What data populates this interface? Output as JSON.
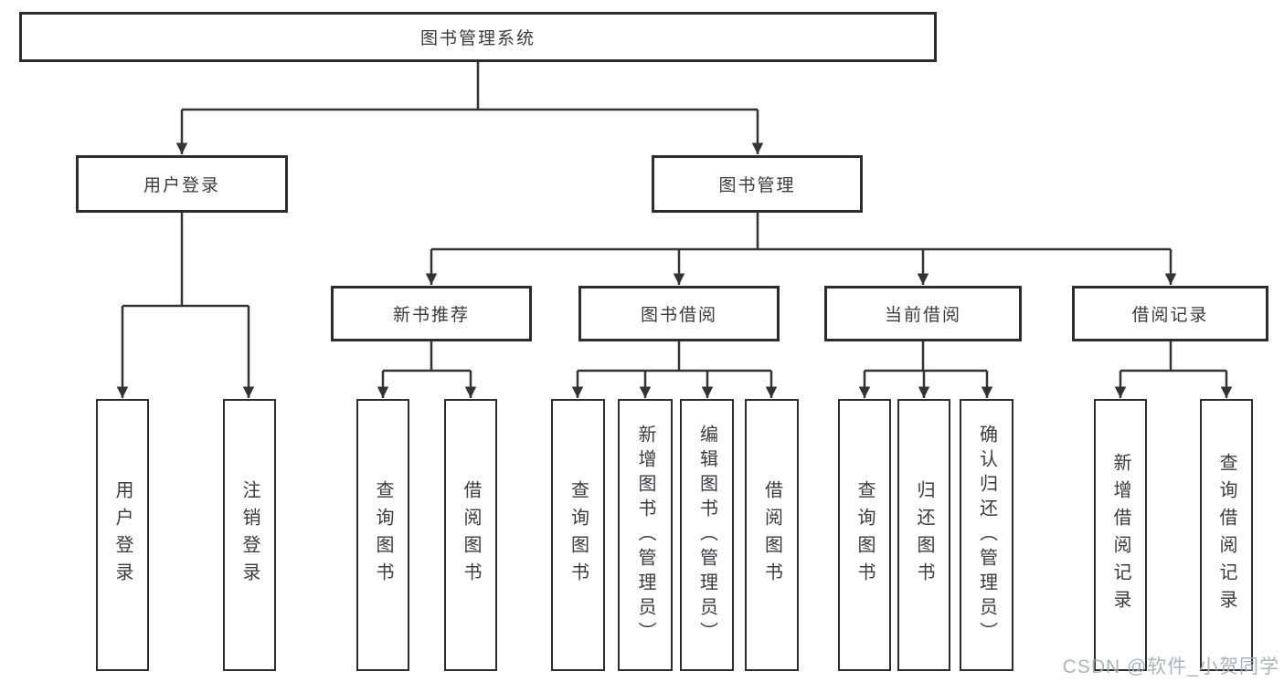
{
  "diagram": {
    "type": "hierarchy-tree",
    "root": {
      "label": "图书管理系统",
      "children": [
        {
          "label": "用户登录",
          "children": [
            {
              "label": "用户登录"
            },
            {
              "label": "注销登录"
            }
          ]
        },
        {
          "label": "图书管理",
          "children": [
            {
              "label": "新书推荐",
              "children": [
                {
                  "label": "查询图书"
                },
                {
                  "label": "借阅图书"
                }
              ]
            },
            {
              "label": "图书借阅",
              "children": [
                {
                  "label": "查询图书"
                },
                {
                  "label": "新增图书（管理员）"
                },
                {
                  "label": "编辑图书（管理员）"
                },
                {
                  "label": "借阅图书"
                }
              ]
            },
            {
              "label": "当前借阅",
              "children": [
                {
                  "label": "查询图书"
                },
                {
                  "label": "归还图书"
                },
                {
                  "label": "确认归还（管理员）"
                }
              ]
            },
            {
              "label": "借阅记录",
              "children": [
                {
                  "label": "新增借阅记录"
                },
                {
                  "label": "查询借阅记录"
                }
              ]
            }
          ]
        }
      ]
    },
    "colors": {
      "line": "#333333",
      "border": "#2d2d2d",
      "text": "#3b3b3f",
      "background": "#ffffff",
      "watermark": "#a8abb2"
    }
  },
  "watermark": {
    "text": "CSDN @软件_小贺同学"
  }
}
